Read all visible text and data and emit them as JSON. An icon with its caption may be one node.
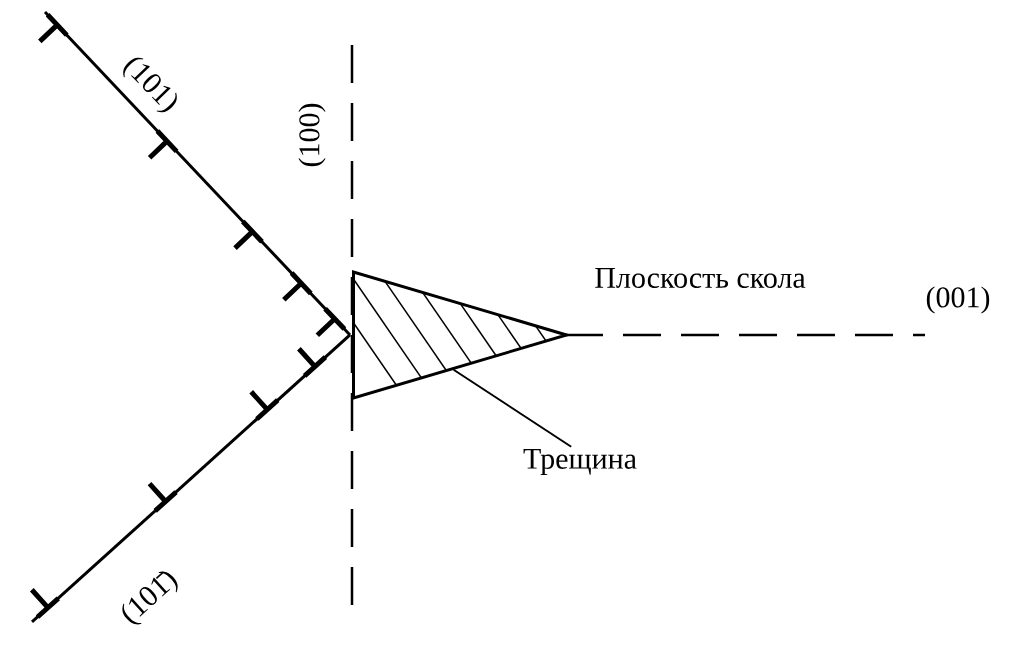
{
  "diagram": {
    "nodes": [
      {
        "text": [
          "Трещина"
        ]
      },
      {
        "text": [],
        "shape": "triangle"
      }
    ],
    "edges": [
      {
        "from": 0,
        "to": 1,
        "arrow": "none"
      }
    ],
    "labels": [
      "(101)",
      "(100)",
      "Плоскость скола",
      "(001)",
      "(101̄)"
    ]
  }
}
